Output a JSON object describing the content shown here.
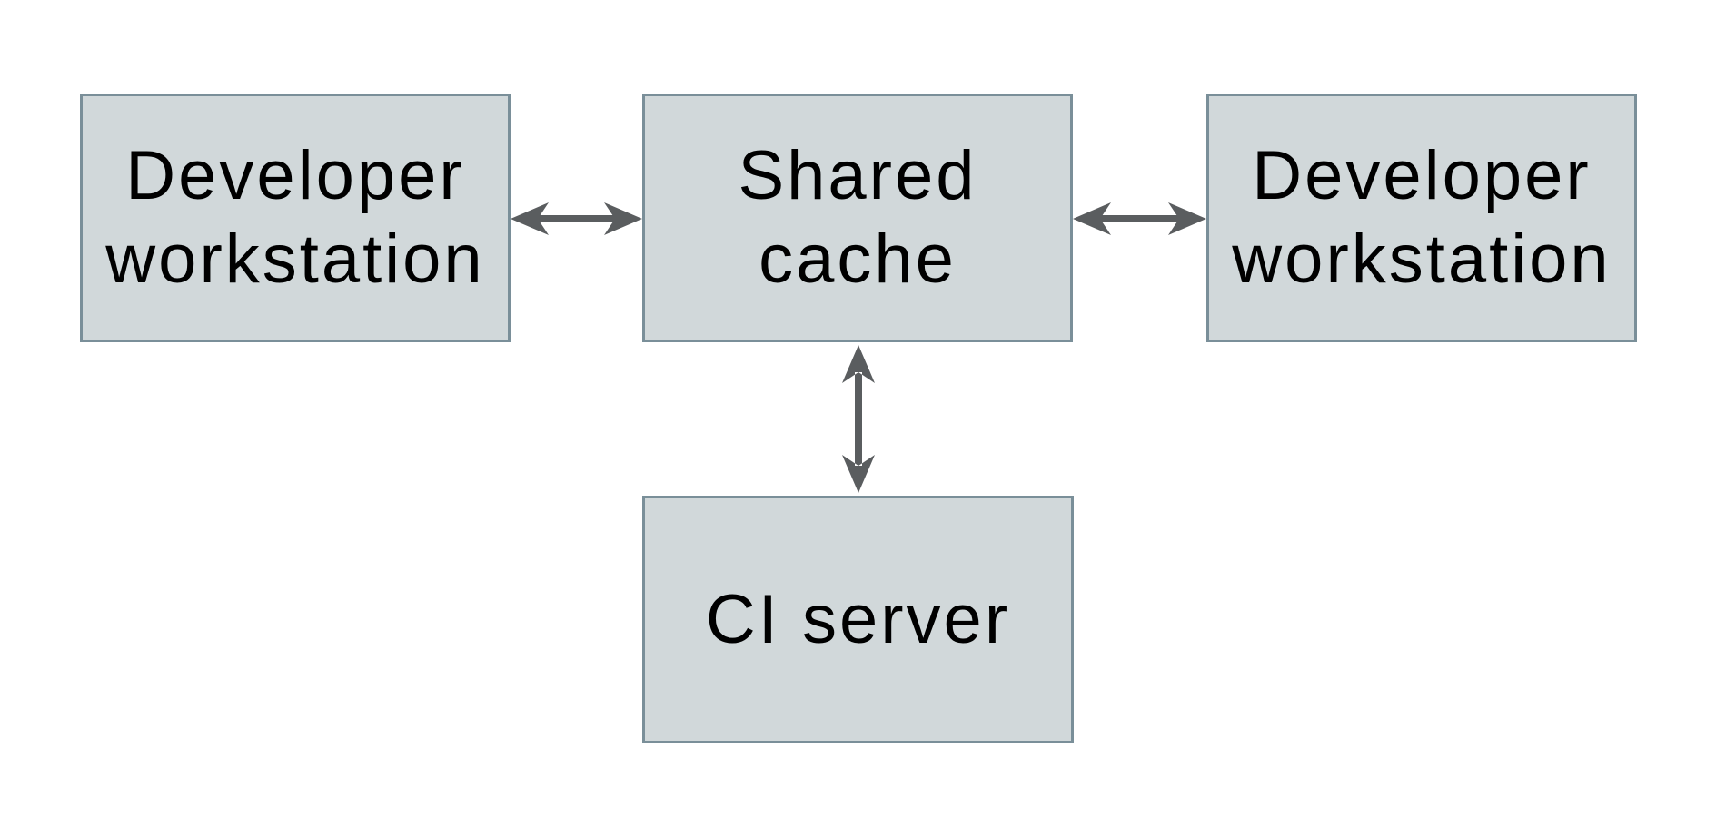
{
  "diagram": {
    "colors": {
      "bg": "#ffffff",
      "box_fill": "#d1d8da",
      "box_border": "#7a8f99",
      "arrow": "#5a5d5f",
      "text": "#000000"
    },
    "nodes": [
      {
        "id": "developer-workstation-left",
        "label": "Developer\nworkstation"
      },
      {
        "id": "shared-cache",
        "label": "Shared\ncache"
      },
      {
        "id": "developer-workstation-right",
        "label": "Developer\nworkstation"
      },
      {
        "id": "ci-server",
        "label": "CI server"
      }
    ],
    "edges": [
      {
        "from": "developer-workstation-left",
        "to": "shared-cache",
        "type": "bidirectional"
      },
      {
        "from": "shared-cache",
        "to": "developer-workstation-right",
        "type": "bidirectional"
      },
      {
        "from": "shared-cache",
        "to": "ci-server",
        "type": "bidirectional"
      }
    ]
  }
}
